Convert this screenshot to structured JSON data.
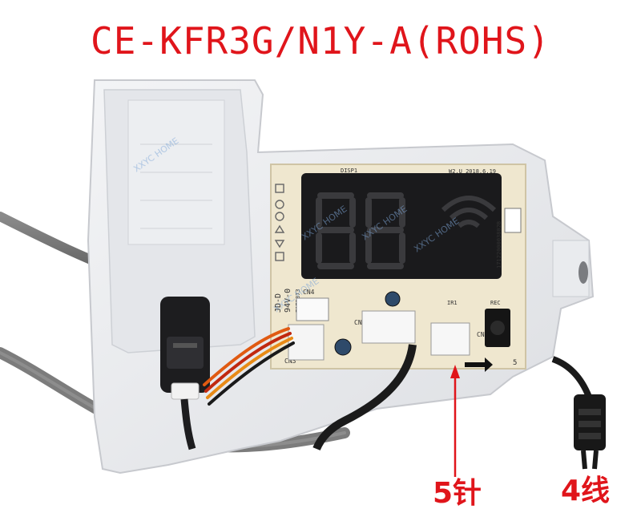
{
  "title": "CE-KFR3G/N1Y-A(ROHS)",
  "labels": {
    "pins": "5针",
    "wires": "4线"
  },
  "pcb": {
    "marks": {
      "disp": "DISP1",
      "cn4": "CN4",
      "cn3": "CN3",
      "cn1": "CN1",
      "cn2": "CN2",
      "ir": "IR1",
      "rec": "REC",
      "rating": "94V-0",
      "brand": "JD-D",
      "code": "E173873",
      "date": "W2.U 2018.6.19",
      "serial": "1712200003802B",
      "digit": "5"
    }
  },
  "watermark": "XXYC HOME",
  "colors": {
    "accent": "#e0151b",
    "housing": "#ecedf0",
    "board": "#efe7cf",
    "display": "#1a1a1c"
  }
}
